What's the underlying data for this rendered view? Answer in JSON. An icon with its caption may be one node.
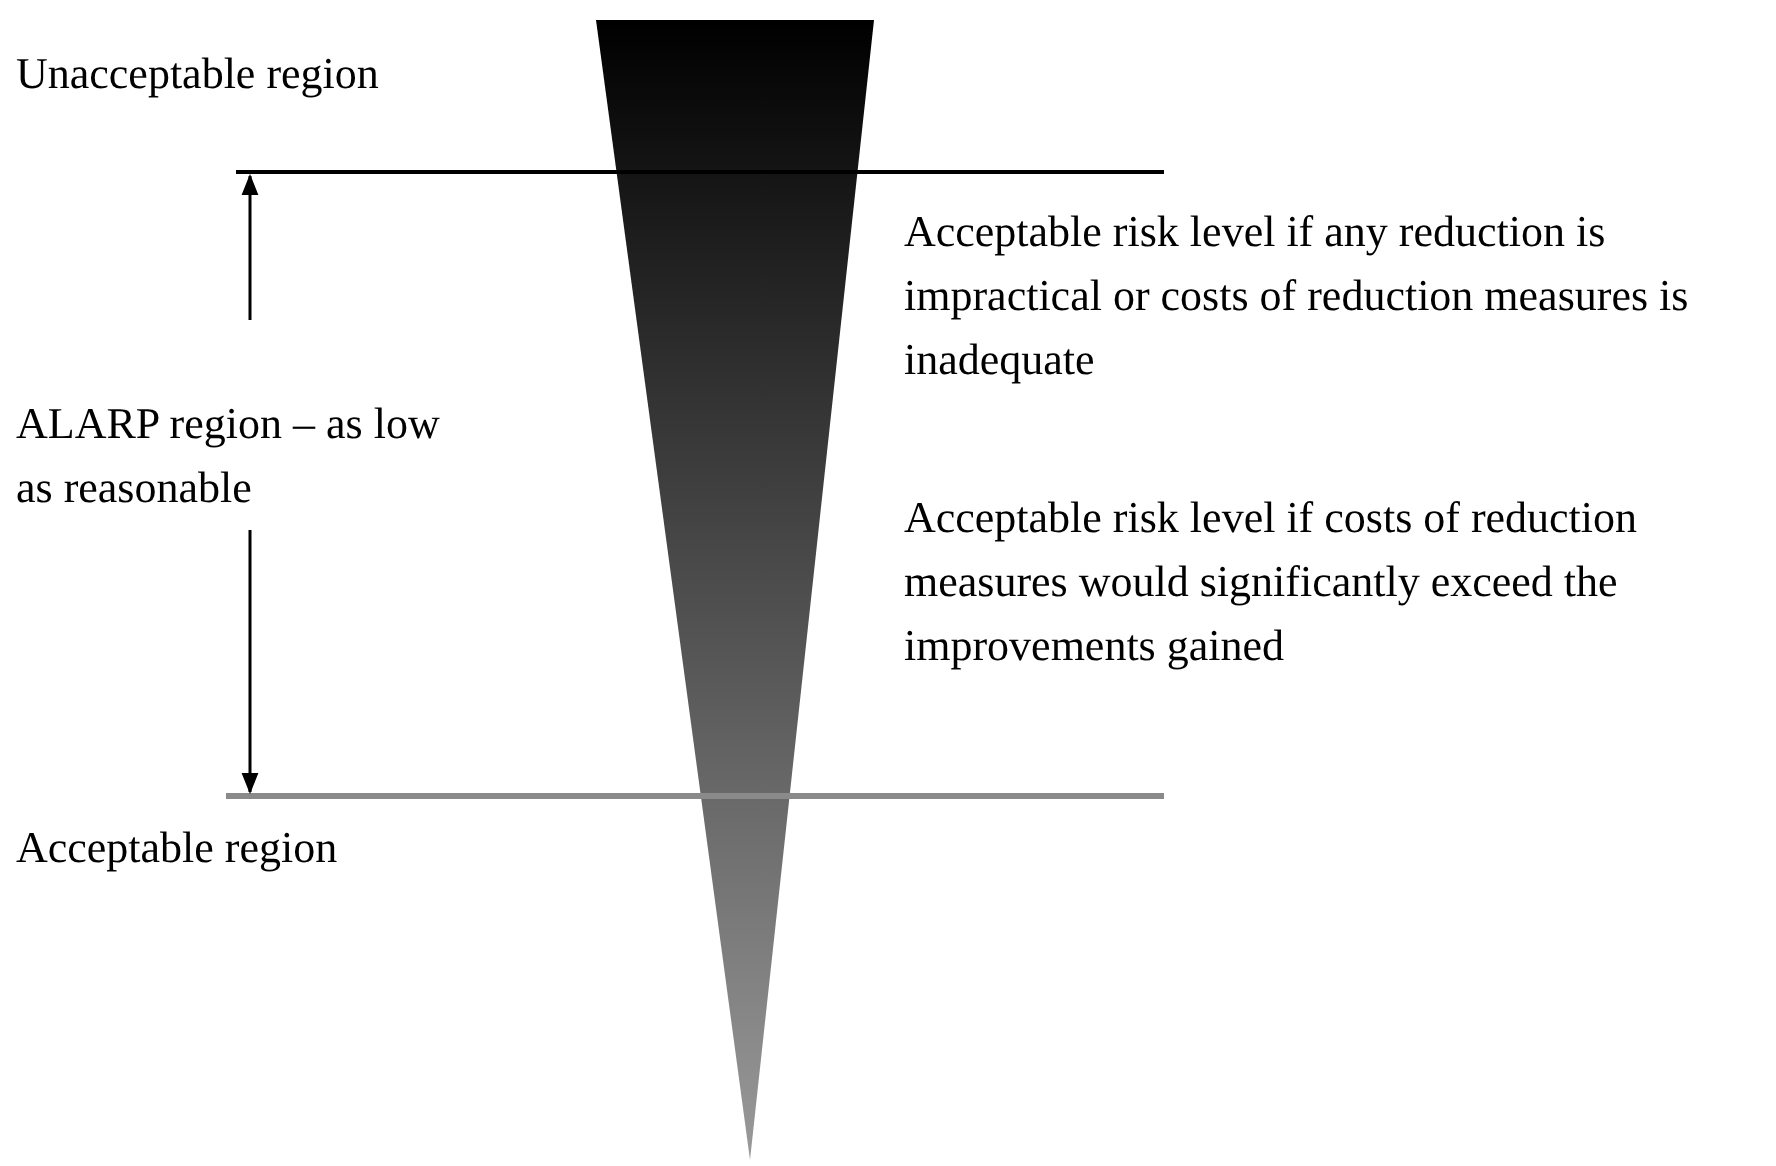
{
  "diagram": {
    "labels": [
      "Unacceptable region",
      "Acceptable risk level if any reduction is impractical or costs of reduction measures is inadequate",
      "ALARP region – as low as reasonable",
      "Acceptable risk level if costs of reduction measures would significantly exceed the improvements gained",
      "Acceptable region"
    ]
  }
}
